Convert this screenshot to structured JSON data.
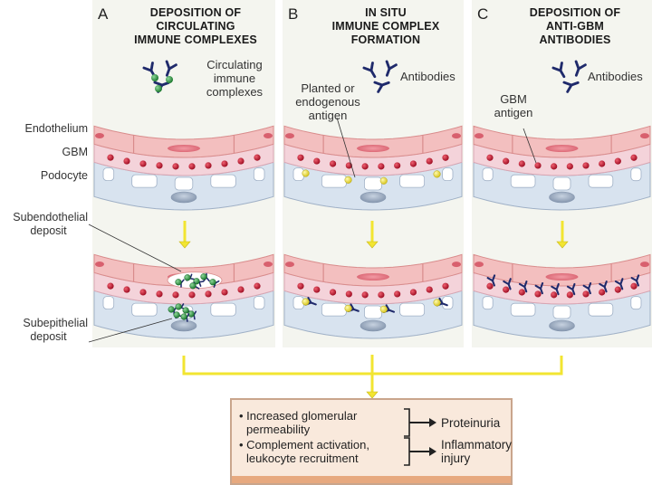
{
  "panels": [
    {
      "letter": "A",
      "title_lines": [
        "DEPOSITION OF",
        "CIRCULATING",
        "IMMUNE COMPLEXES"
      ],
      "legend_lines": [
        "Circulating",
        "immune",
        "complexes"
      ]
    },
    {
      "letter": "B",
      "title_lines": [
        "IN SITU",
        "IMMUNE COMPLEX",
        "FORMATION"
      ],
      "legend_lines": [
        "Antibodies"
      ],
      "antigen_label_lines": [
        "Planted or",
        "endogenous",
        "antigen"
      ]
    },
    {
      "letter": "C",
      "title_lines": [
        "DEPOSITION OF",
        "ANTI-GBM",
        "ANTIBODIES"
      ],
      "legend_lines": [
        "Antibodies"
      ],
      "antigen_label_lines": [
        "GBM",
        "antigen"
      ]
    }
  ],
  "side_labels": {
    "endothelium": "Endothelium",
    "gbm": "GBM",
    "podocyte": "Podocyte",
    "subendothelial": [
      "Subendothelial",
      "deposit"
    ],
    "subepithelial": [
      "Subepithelial",
      "deposit"
    ]
  },
  "outcome": {
    "bullet1": [
      "• Increased glomerular",
      "permeability"
    ],
    "result1": "Proteinuria",
    "bullet2": [
      "• Complement activation,",
      "leukocyte recruitment"
    ],
    "result2": [
      "Inflammatory",
      "injury"
    ]
  },
  "colors": {
    "panel_bg": "#f4f5ef",
    "endothelium": "#f3bfbf",
    "gbm": "#f4d3da",
    "gbm_dot": "#b3122a",
    "podocyte": "#d8e3ef",
    "antibody": "#1f2a6b",
    "complex_green": "#2e8b3e",
    "antigen_yellow": "#f0e23c",
    "arrow_yellow": "#f2e531",
    "box_fill": "#f9e9dc",
    "box_strip": "#e7a97f"
  }
}
